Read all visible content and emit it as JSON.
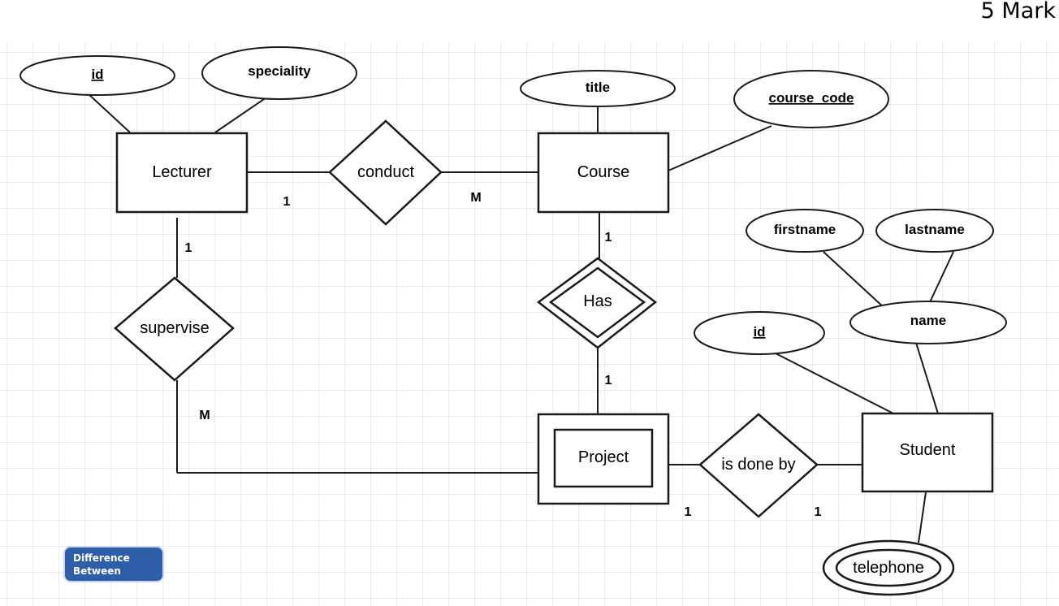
{
  "header": {
    "mark": "5 Mark"
  },
  "entities": {
    "lecturer": "Lecturer",
    "course": "Course",
    "project": "Project",
    "student": "Student"
  },
  "relationships": {
    "conduct": "conduct",
    "has": "Has",
    "supervise": "supervise",
    "is_done_by": "is done by"
  },
  "attributes": {
    "lecturer_id": "id",
    "speciality": "speciality",
    "title": "title",
    "course_code": "course_code",
    "firstname": "firstname",
    "lastname": "lastname",
    "name": "name",
    "student_id": "id",
    "telephone": "telephone"
  },
  "cardinalities": {
    "lecturer_conduct": "1",
    "conduct_course": "M",
    "course_has": "1",
    "has_project": "1",
    "lecturer_supervise": "1",
    "supervise_project": "M",
    "project_isdoneby": "1",
    "isdoneby_student": "1"
  },
  "logo": {
    "line1": "Difference",
    "line2": "Between"
  },
  "colors": {
    "grid": "#d8d8d8",
    "stroke": "#1a1a1a",
    "logo": "#2f5ea8"
  }
}
